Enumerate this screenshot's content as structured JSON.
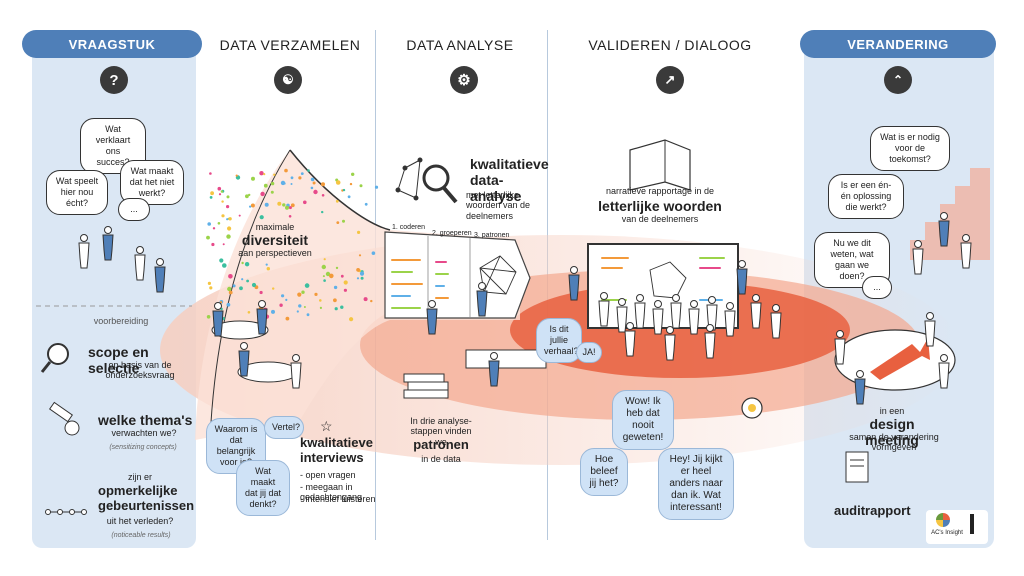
{
  "columns": {
    "vraagstuk": "VRAAGSTUK",
    "data_verzamelen": "DATA VERZAMELEN",
    "data_analyse": "DATA ANALYSE",
    "valideren": "VALIDEREN / DIALOOG",
    "verandering": "VERANDERING"
  },
  "icons": {
    "vraagstuk": "question-icon",
    "data_verzamelen": "speech-bubble-icon",
    "data_analyse": "gear-icon",
    "valideren": "chart-trend-icon",
    "verandering": "chevrons-up-icon"
  },
  "vraagstuk": {
    "bubble1": "Wat verklaart ons succes?",
    "bubble2": "Wat maakt dat het niet werkt?",
    "bubble3": "Wat speelt hier nou écht?",
    "bubble4": "...",
    "section_label": "voorbereiding",
    "item1_title": "scope en selectie",
    "item1_sub": "op basis van de onderzoeksvraag",
    "item2_title": "welke thema's",
    "item2_sub": "verwachten we?",
    "item2_note": "(sensitizing concepts)",
    "item3_pre": "zijn er",
    "item3_title": "opmerkelijke gebeurtenissen",
    "item3_sub": "uit het verleden?",
    "item3_note": "(noticeable results)"
  },
  "verzamelen": {
    "diversity_pre": "maximale",
    "diversity_title": "diversiteit",
    "diversity_sub": "aan perspectieven",
    "bubble1": "Waarom is dat belangrijk voor je?",
    "bubble2": "Vertel?",
    "bubble3": "Wat maakt dat jij dat denkt?",
    "interviews_title": "kwalitatieve interviews",
    "interviews_list": [
      "- open vragen",
      "- meegaan in gedachtengang",
      "- intensief luisteren"
    ]
  },
  "analyse": {
    "title": "kwalitatieve data-analyse",
    "sub": "met letterlijke woorden van de deelnemers",
    "step1": "1. coderen",
    "step2": "2. groeperen",
    "step3": "3. patronen",
    "desc_pre": "In drie analyse-stappen vinden we",
    "desc_title": "patronen",
    "desc_post": "in de data"
  },
  "valideren": {
    "report_pre": "narratieve rapportage in de",
    "report_title": "letterlijke woorden",
    "report_sub": "van de deelnemers",
    "bubble_story": "Is dit jullie verhaal?",
    "bubble_ja": "JA!",
    "bubble_wow": "Wow! Ik heb dat nooit geweten!",
    "bubble_hoe": "Hoe beleef jij het?",
    "bubble_hey": "Hey! Jij kijkt er heel anders naar dan ik. Wat interessant!"
  },
  "verandering": {
    "bubble1": "Wat is er nodig voor de toekomst?",
    "bubble2": "Is er een én-én oplossing die werkt?",
    "bubble3": "Nu we dit weten, wat gaan we doen?",
    "bubble4": "...",
    "meeting_pre": "in een",
    "meeting_title": "design meeting",
    "meeting_sub": "samen de verandering vormgeven",
    "report": "auditrapport",
    "logo_text": "AC's Insight"
  }
}
